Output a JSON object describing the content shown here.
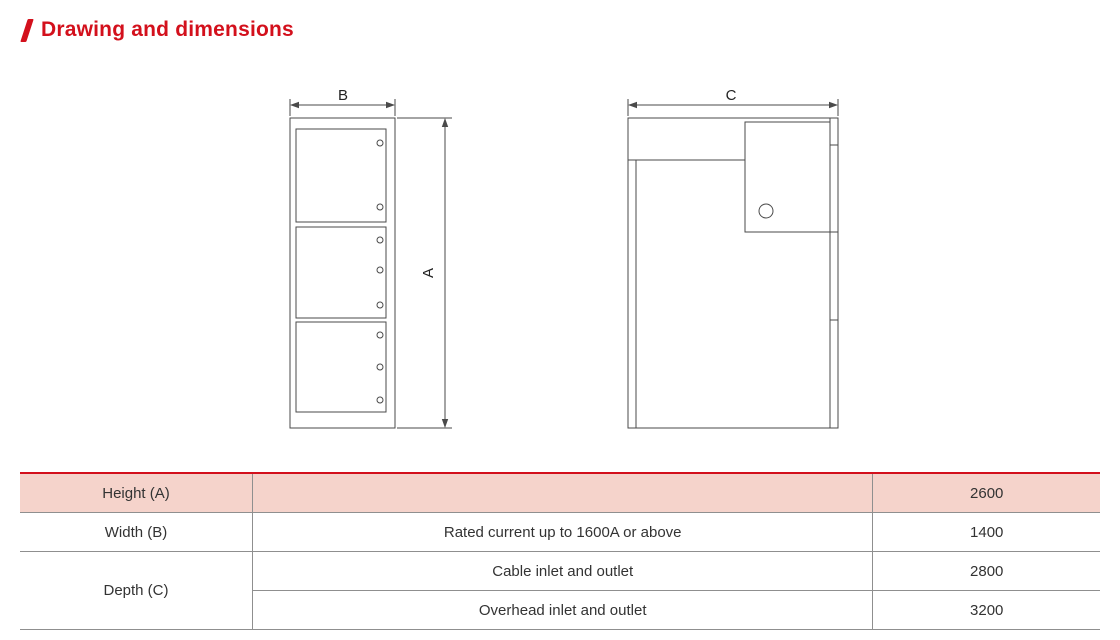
{
  "page": {
    "title": "Drawing and dimensions"
  },
  "colors": {
    "accent": "#d3101c",
    "header_bg": "#f5d3cb",
    "table_line": "#8f8f8f"
  },
  "drawings": {
    "front_view": {
      "width_label": "B",
      "height_label": "A"
    },
    "side_view": {
      "depth_label": "C"
    }
  },
  "table": {
    "rows": [
      {
        "param": "Height (A)",
        "condition": "",
        "value": "2600"
      },
      {
        "param": "Width (B)",
        "condition": "Rated current up to 1600A or above",
        "value": "1400"
      },
      {
        "param": "Depth (C)",
        "condition": "Cable inlet and outlet",
        "value": "2800"
      },
      {
        "param": "Depth (C)",
        "condition": "Overhead inlet and outlet",
        "value": "3200"
      }
    ]
  }
}
